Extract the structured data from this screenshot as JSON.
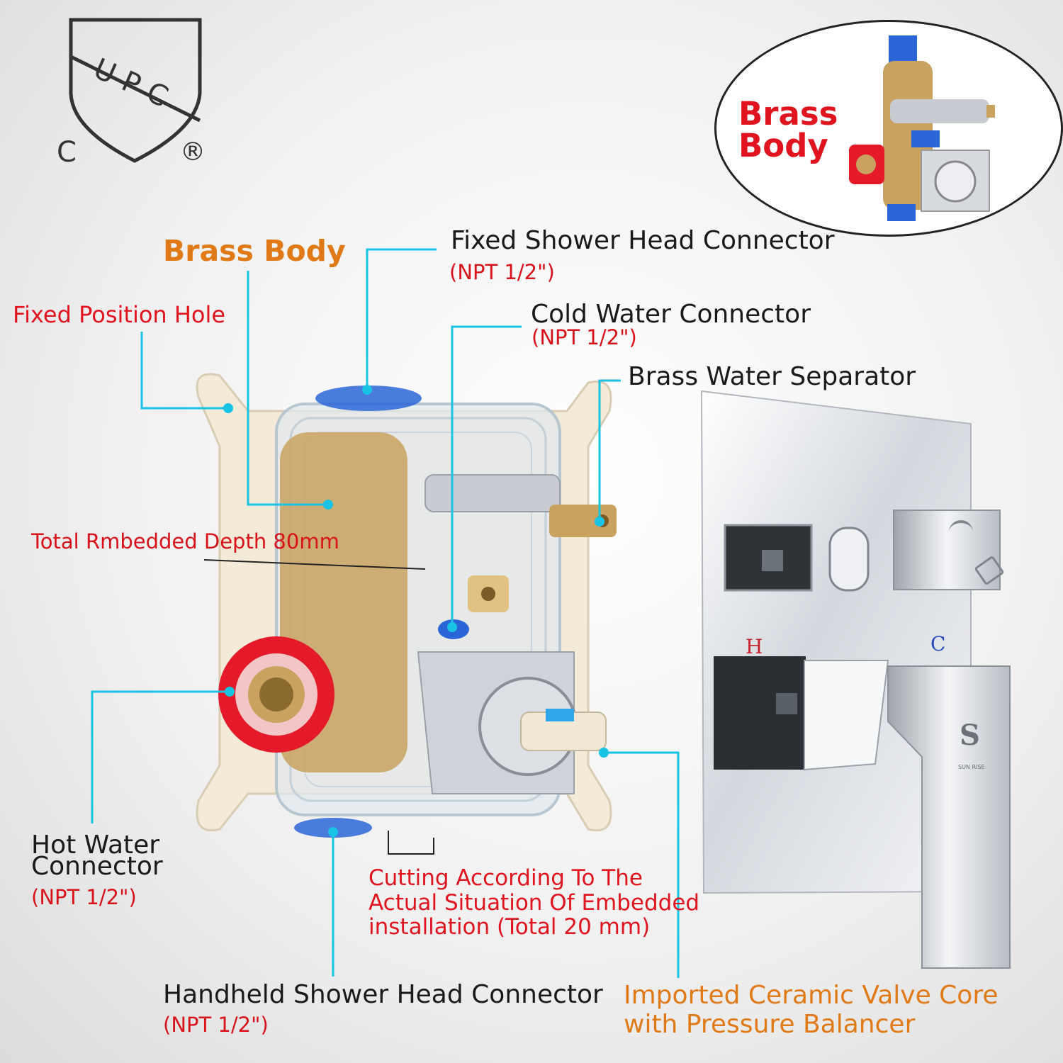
{
  "cert_mark": {
    "top_text": "UPC",
    "left_text": "C",
    "registered_symbol": "®",
    "icon": "cupc-shield-icon"
  },
  "inset": {
    "label_line1": "Brass",
    "label_line2": "Body",
    "icon": "brass-valve-body-icon"
  },
  "callouts": {
    "brass_body": "Brass Body",
    "fixed_position_hole": "Fixed Position Hole",
    "fixed_shower_head": {
      "title": "Fixed Shower Head Connector",
      "spec": "(NPT 1/2\")"
    },
    "cold_water": {
      "title": "Cold Water Connector",
      "spec": "(NPT 1/2\")"
    },
    "brass_separator": "Brass Water Separator",
    "embedded_depth": "Total Rmbedded Depth 80mm",
    "hot_water": {
      "title_line1": "Hot Water",
      "title_line2": "Connector",
      "spec": "(NPT 1/2\")"
    },
    "cutting_note": {
      "line1": "Cutting According To The",
      "line2": "Actual Situation Of Embedded",
      "line3": "installation (Total 20 mm)"
    },
    "handheld_shower_head": {
      "title": "Handheld Shower Head Connector",
      "spec": "(NPT 1/2\")"
    },
    "valve_core": {
      "line1": "Imported Ceramic Valve Core",
      "line2": "with Pressure Balancer"
    }
  },
  "trim_plate": {
    "hot_mark": "H",
    "cold_mark": "C",
    "brand_mark": "S",
    "brand_caption": "SUN RISE"
  },
  "colors": {
    "leader_line": "#19c3e3",
    "spec_red": "#d8121a",
    "accent_orange": "#e07a16",
    "brass": "#c9a25f",
    "chrome": "#c8ccd2",
    "red_seal": "#e4192a",
    "blue_seal": "#2a66d8"
  }
}
